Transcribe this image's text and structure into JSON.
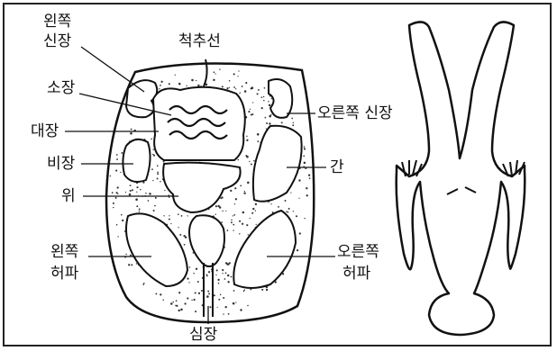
{
  "labels": {
    "left_kidney_l1": "왼쪽",
    "left_kidney_l2": "신장",
    "spine": "척추선",
    "small_intestine": "소장",
    "right_kidney": "오른쪽 신장",
    "large_intestine": "대장",
    "spleen": "비장",
    "liver": "간",
    "stomach": "위",
    "left_lung_l1": "왼쪽",
    "left_lung_l2": "허파",
    "right_lung_l1": "오른쪽",
    "right_lung_l2": "허파",
    "heart": "심장"
  },
  "colors": {
    "ink": "#111111",
    "frame": "#222222",
    "background": "#ffffff"
  }
}
